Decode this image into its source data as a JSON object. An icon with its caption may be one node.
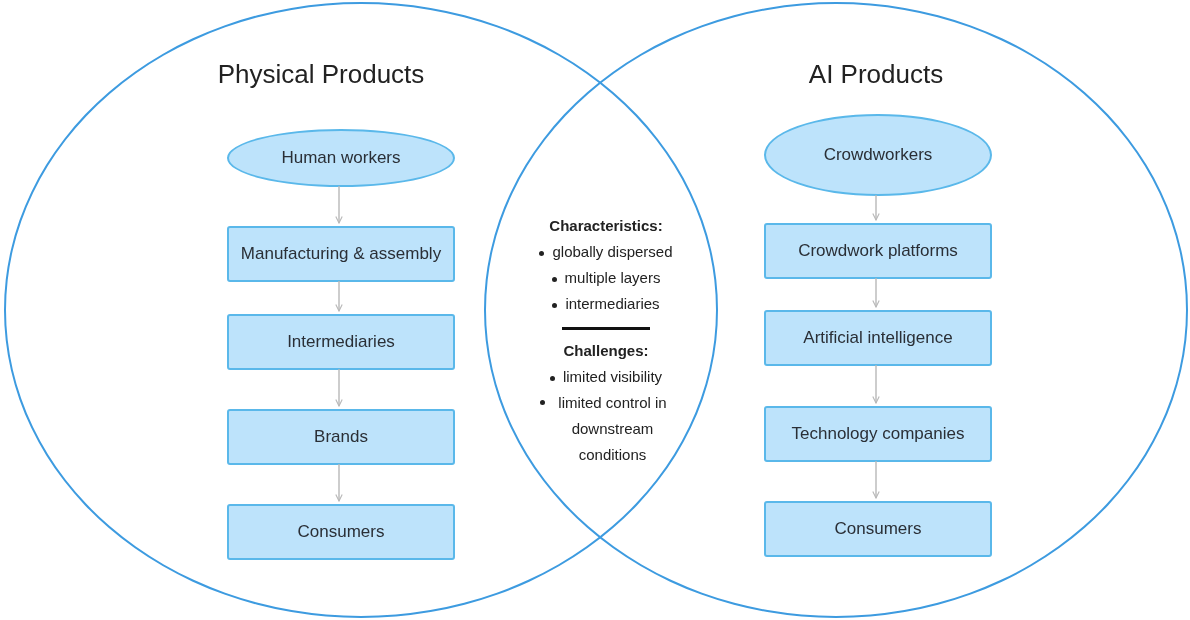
{
  "diagram": {
    "nodes": [
      {
        "text": [
          "Physical Products"
        ]
      },
      {
        "text": [
          "Human workers"
        ],
        "in": 0
      },
      {
        "text": [
          "Manufacturing & assembly"
        ],
        "in": 0
      },
      {
        "text": [
          "Intermediaries"
        ],
        "in": 0
      },
      {
        "text": [
          "Brands"
        ],
        "in": 0
      },
      {
        "text": [
          "Consumers"
        ],
        "in": 0
      },
      {
        "text": [
          "AI Products"
        ]
      },
      {
        "text": [
          "Crowdworkers"
        ],
        "in": 6
      },
      {
        "text": [
          "Crowdwork platforms"
        ],
        "in": 6
      },
      {
        "text": [
          "Artificial intelligence"
        ],
        "in": 6
      },
      {
        "text": [
          "Technology companies"
        ],
        "in": 6
      },
      {
        "text": [
          "Consumers"
        ],
        "in": 6
      }
    ],
    "edges": [
      {
        "from": 1,
        "to": 2,
        "arrow": "to"
      },
      {
        "from": 2,
        "to": 3,
        "arrow": "to"
      },
      {
        "from": 3,
        "to": 4,
        "arrow": "to"
      },
      {
        "from": 4,
        "to": 5,
        "arrow": "to"
      },
      {
        "from": 7,
        "to": 8,
        "arrow": "to"
      },
      {
        "from": 8,
        "to": 9,
        "arrow": "to"
      },
      {
        "from": 9,
        "to": 10,
        "arrow": "to"
      },
      {
        "from": 10,
        "to": 11,
        "arrow": "to"
      }
    ],
    "labels": [
      "Characteristics:",
      "globally dispersed",
      "multiple layers",
      "intermediaries",
      "Challenges:",
      "limited visibility",
      "limited control in downstream conditions"
    ]
  }
}
